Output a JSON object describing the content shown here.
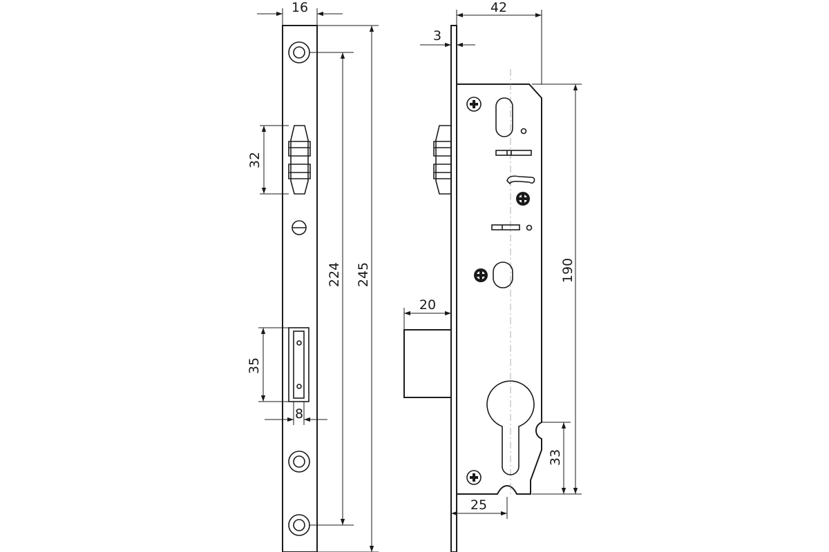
{
  "dimensions": {
    "faceplate_width": "16",
    "latch_height": "32",
    "face_screw_spacing": "224",
    "faceplate_length": "245",
    "bolt_height": "35",
    "bolt_width": "8",
    "body_depth": "42",
    "plate_thickness": "3",
    "bolt_throw": "20",
    "centre_distance": "190",
    "cylinder_height": "33",
    "backset": "25"
  }
}
